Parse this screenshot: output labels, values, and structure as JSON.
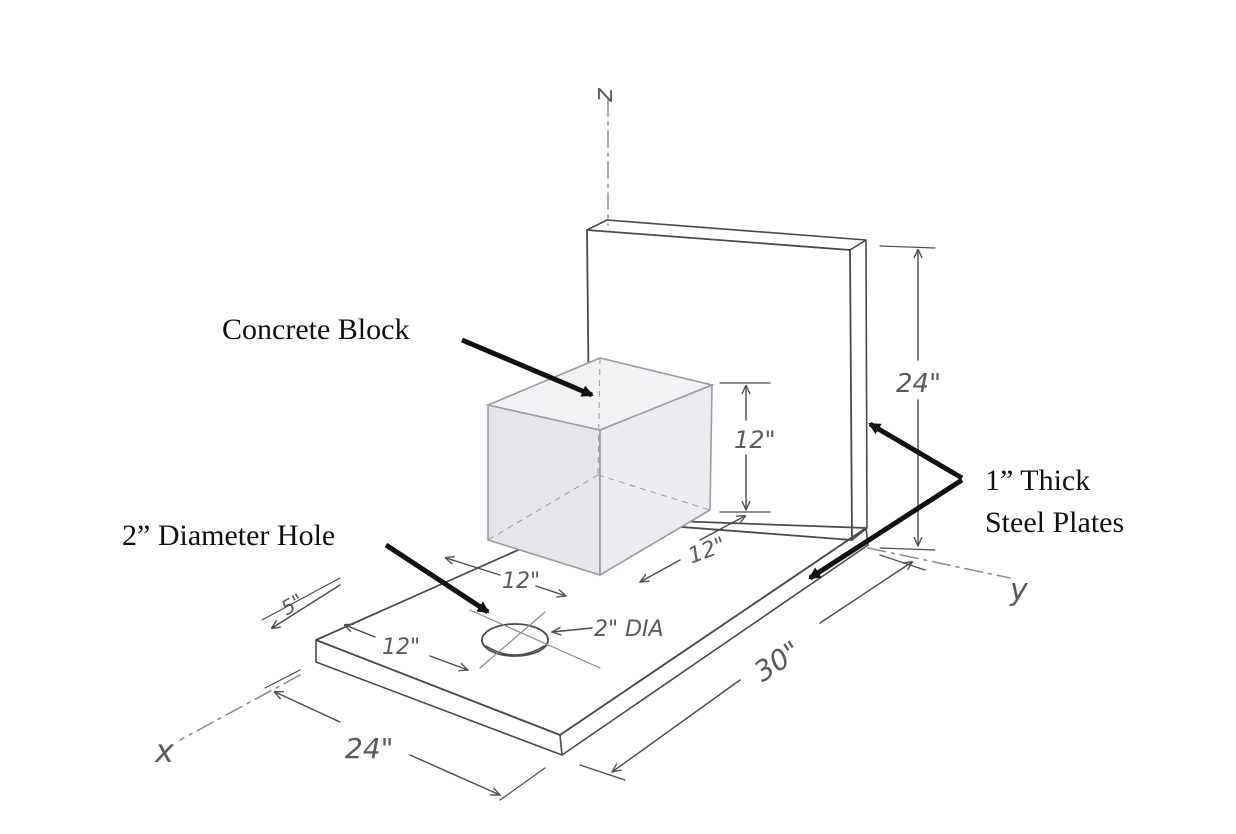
{
  "axes": {
    "z": "z",
    "y": "y",
    "x": "x"
  },
  "callouts": {
    "concrete_block": "Concrete Block",
    "hole": "2” Diameter Hole",
    "plates_line1": "1” Thick",
    "plates_line2": "Steel Plates"
  },
  "dimensions": {
    "plate_height": "24\"",
    "block_height": "12\"",
    "block_depth": "12\"",
    "block_width": "12\"",
    "hole_offset_y": "5\"",
    "hole_offset_x": "12\"",
    "hole_dia": "2\" DIA",
    "base_length": "30\"",
    "base_width": "24\""
  },
  "colors": {
    "pencil": "#4a4a4a",
    "ink": "#111111",
    "block_fill": "#e4e4e8"
  }
}
